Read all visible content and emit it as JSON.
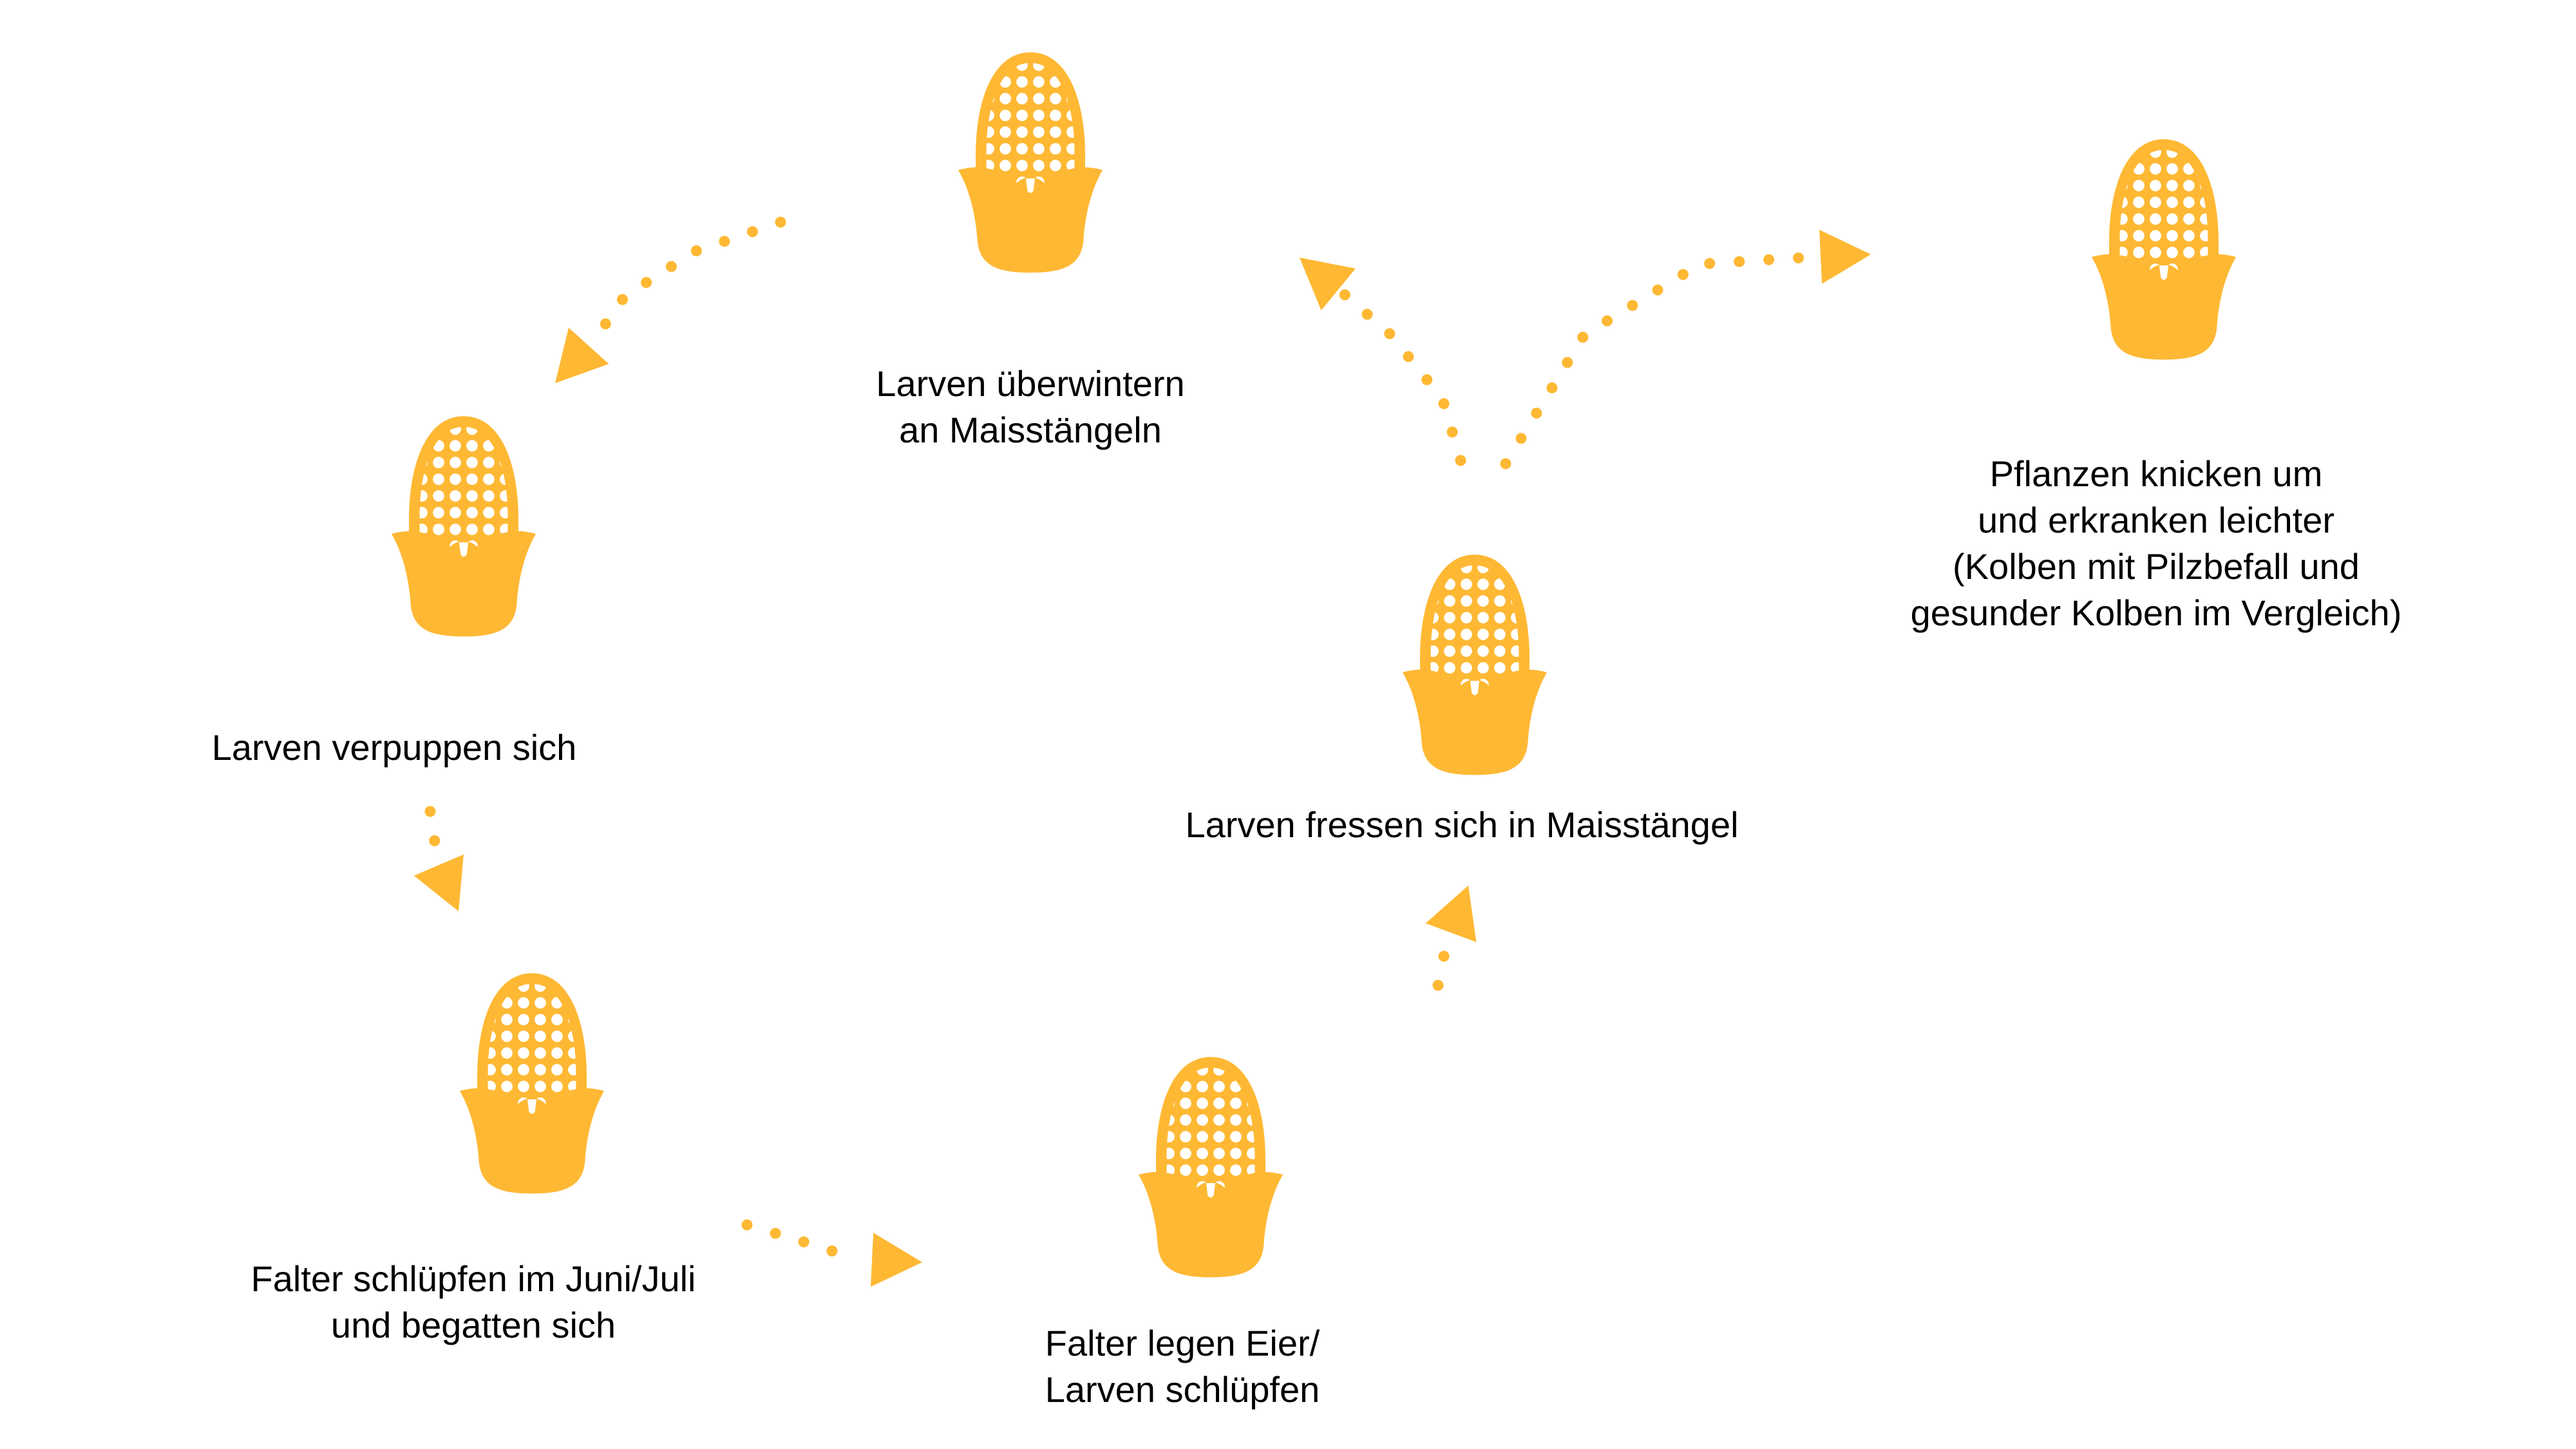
{
  "colors": {
    "accent": "#FEB833",
    "text": "#000000",
    "background": "#FFFFFF"
  },
  "icon": "corn-cob-icon",
  "stages": [
    {
      "id": "overwinter",
      "lines": [
        "Larven überwintern",
        "an Maisstängeln"
      ]
    },
    {
      "id": "pupate",
      "lines": [
        "Larven verpuppen sich"
      ]
    },
    {
      "id": "hatch-moths",
      "lines": [
        "Falter schlüpfen im Juni/Juli",
        "und begatten sich"
      ]
    },
    {
      "id": "lay-eggs",
      "lines": [
        "Falter legen Eier/",
        "Larven schlüpfen"
      ]
    },
    {
      "id": "bore-stalks",
      "lines": [
        "Larven fressen sich in Maisstängel"
      ]
    },
    {
      "id": "damage",
      "lines": [
        "Pflanzen knicken um",
        "und erkranken leichter",
        "(Kolben mit Pilzbefall und",
        "gesunder Kolben im Vergleich)"
      ]
    }
  ]
}
